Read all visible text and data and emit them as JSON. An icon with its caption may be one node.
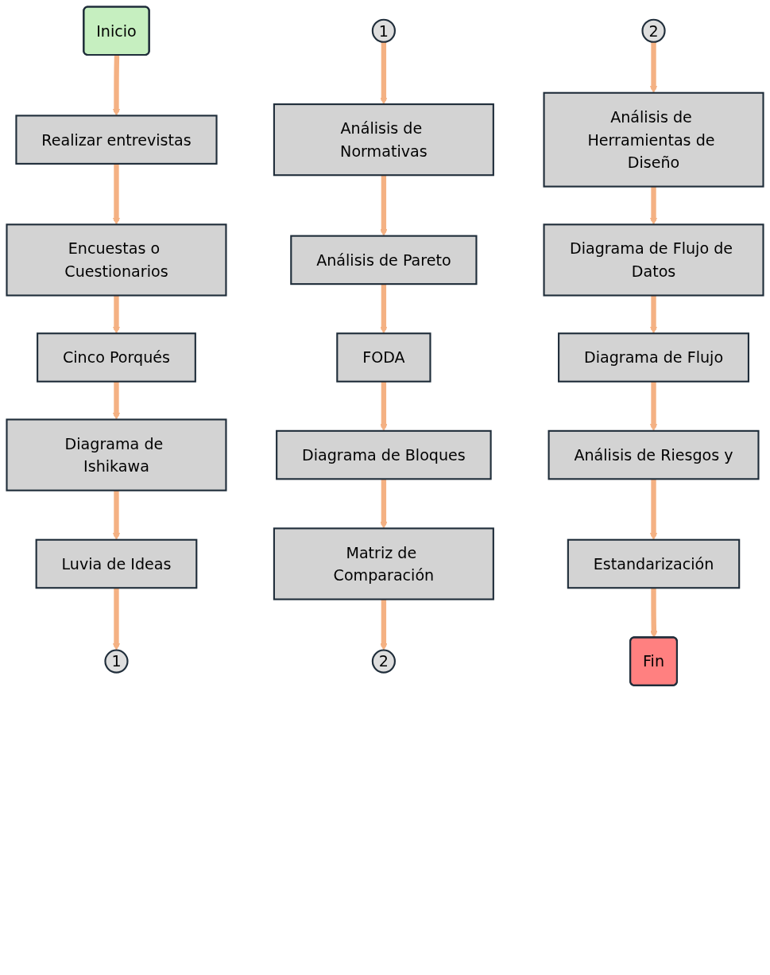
{
  "diagram": {
    "nodes": [
      {
        "text": [
          "Inicio"
        ]
      },
      {
        "text": [
          "Realizar entrevistas"
        ]
      },
      {
        "text": [
          "Encuestas o Cuestionarios"
        ]
      },
      {
        "text": [
          "Cinco Porqués"
        ]
      },
      {
        "text": [
          "Diagrama de Ishikawa"
        ]
      },
      {
        "text": [
          "Luvia de Ideas"
        ]
      },
      {
        "text": [
          "1"
        ]
      },
      {
        "text": [
          "1"
        ]
      },
      {
        "text": [
          "Análisis de Normativas"
        ]
      },
      {
        "text": [
          "Análisis de Pareto"
        ]
      },
      {
        "text": [
          "FODA"
        ]
      },
      {
        "text": [
          "Diagrama de Bloques"
        ]
      },
      {
        "text": [
          "Matriz de Comparación"
        ]
      },
      {
        "text": [
          "2"
        ]
      },
      {
        "text": [
          "2"
        ]
      },
      {
        "text": [
          "Análisis de Herramientas de Diseño"
        ]
      },
      {
        "text": [
          "Diagrama de Flujo de Datos"
        ]
      },
      {
        "text": [
          "Diagrama de Flujo"
        ]
      },
      {
        "text": [
          "Análisis de Riesgos y"
        ]
      },
      {
        "text": [
          "Estandarización"
        ]
      },
      {
        "text": [
          "Fin"
        ]
      }
    ],
    "edges": [
      {
        "from": 0,
        "to": 1,
        "arrow": "to"
      },
      {
        "from": 1,
        "to": 2,
        "arrow": "to"
      },
      {
        "from": 2,
        "to": 3,
        "arrow": "to"
      },
      {
        "from": 3,
        "to": 4,
        "arrow": "to"
      },
      {
        "from": 4,
        "to": 5,
        "arrow": "to"
      },
      {
        "from": 5,
        "to": 6,
        "arrow": "to"
      },
      {
        "from": 7,
        "to": 8,
        "arrow": "to"
      },
      {
        "from": 8,
        "to": 9,
        "arrow": "to"
      },
      {
        "from": 9,
        "to": 10,
        "arrow": "to"
      },
      {
        "from": 10,
        "to": 11,
        "arrow": "to"
      },
      {
        "from": 11,
        "to": 12,
        "arrow": "to"
      },
      {
        "from": 12,
        "to": 13,
        "arrow": "to"
      },
      {
        "from": 14,
        "to": 15,
        "arrow": "to"
      },
      {
        "from": 15,
        "to": 16,
        "arrow": "to"
      },
      {
        "from": 16,
        "to": 17,
        "arrow": "to"
      },
      {
        "from": 17,
        "to": 18,
        "arrow": "to"
      },
      {
        "from": 18,
        "to": 19,
        "arrow": "to"
      },
      {
        "from": 19,
        "to": 20,
        "arrow": "to"
      }
    ]
  }
}
